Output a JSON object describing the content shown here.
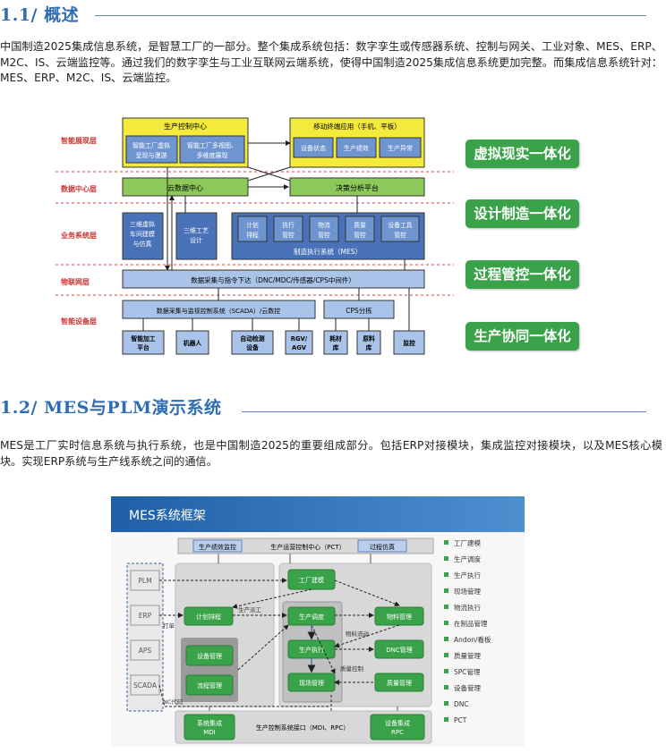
{
  "sections": [
    {
      "title": "1.1/ 概述",
      "paragraph": "中国制造2025集成信息系统，是智慧工厂的一部分。整个集成系统包括：数字孪生或传感器系统、控制与网关、工业对象、MES、ERP、M2C、IS、云端监控等。通过我们的数字孪生与工业互联网云端系统，使得中国制造2025集成信息系统更加完整。而集成信息系统针对：MES、ERP、M2C、IS、云端监控。"
    },
    {
      "title": "1.2/ MES与PLM演示系统",
      "paragraph": "MES是工厂实时信息系统与执行系统，也是中国制造2025的重要组成部分。包括ERP对接模块，集成监控对接模块，以及MES核心模块。实现ERP系统与生产线系统之间的通信。"
    }
  ],
  "diagram1": {
    "layers": [
      "智能展现层",
      "数据中心层",
      "业务系统层",
      "物联网层",
      "智能设备层"
    ],
    "prod_center": {
      "title": "生产控制中心",
      "items": [
        "智能工厂虚拟呈现与漫游",
        "智能工厂多视图、多维度展现"
      ]
    },
    "mobile": {
      "title": "移动终端应用（手机、平板）",
      "items": [
        "设备状态",
        "生产绩效",
        "生产异常"
      ]
    },
    "cloud": "云数据中心",
    "decision": "决策分析平台",
    "sim": "三维虚拟车间建模与仿真",
    "craft": "三维工艺设计",
    "mes_items": [
      "计划排程",
      "执行管控",
      "物流管控",
      "质量管控",
      "设备工具管控"
    ],
    "mes_label": "制造执行系统（MES）",
    "iot_bar": "数据采集与指令下达（DNC/MDC/传感器/CPS中间件）",
    "scada": "数据采集与监视控制系统（SCADA）/云数控",
    "cps": "CPS分拣",
    "devices": [
      "智能加工平台",
      "机器人",
      "自动检测设备",
      "RGV/AGV",
      "耗材库",
      "原料库",
      "监控"
    ],
    "pills": [
      "虚拟现实一体化",
      "设计制造一体化",
      "过程管控一体化",
      "生产协同一体化"
    ]
  },
  "diagram2": {
    "title": "MES系统框架",
    "top_bar": {
      "left": "生产绩效监控",
      "center": "生产运营控制中心（PCT）",
      "right": "过程仿真"
    },
    "left_systems": [
      "PLM",
      "ERP",
      "APS",
      "SCADA"
    ],
    "nodes": {
      "factory": "工厂建模",
      "plan": "计划排程",
      "prod_ctrl": "生产调度",
      "material": "物料管理",
      "prod_exec": "生产执行",
      "dnc": "DNC管理",
      "equip": "设备管理",
      "process": "流程管理",
      "site": "现场管理",
      "quality": "质量管理",
      "bottom_left": "系统集成MDI",
      "bottom_right": "设备集成RPC"
    },
    "edge_labels": [
      "生产派工",
      "打单",
      "物料流动",
      "质量控制",
      "NC代码"
    ],
    "bottom_bar": "生产控制系统接口（MDI、RPC）",
    "legend": [
      "工厂建模",
      "生产调度",
      "生产执行",
      "现场管理",
      "物流执行",
      "在制品管理",
      "Andon/看板",
      "质量管理",
      "SPC管理",
      "设备管理",
      "DNC",
      "PCT"
    ],
    "colors": {
      "green": "#3aa34a",
      "header": "#1f5fa6"
    }
  }
}
